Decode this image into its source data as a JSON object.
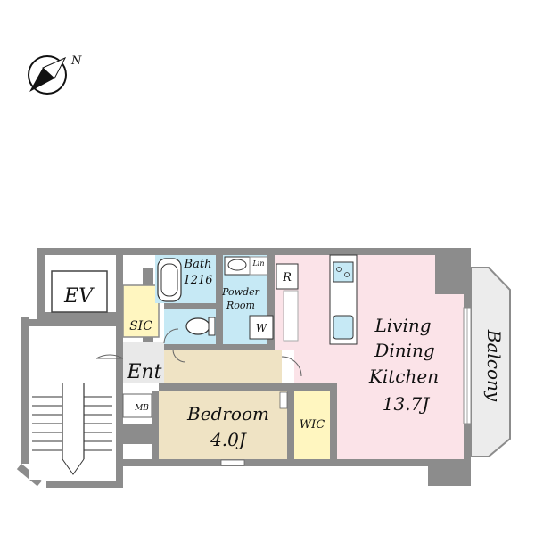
{
  "compass": {
    "north_label": "N",
    "icon": "compass-icon"
  },
  "rooms": {
    "ev": "EV",
    "sic": "SIC",
    "entrance": "Ent",
    "mb": "MB",
    "bath_name": "Bath",
    "bath_size": "1216",
    "linen": "Lin",
    "powder_line1": "Powder",
    "powder_line2": "Room",
    "washer": "W",
    "refrigerator": "R",
    "ldk_line1": "Living",
    "ldk_line2": "Dining",
    "ldk_line3": "Kitchen",
    "ldk_size": "13.7J",
    "bedroom_name": "Bedroom",
    "bedroom_size": "4.0J",
    "wic": "WIC",
    "balcony": "Balcony"
  },
  "colors": {
    "wall": "#8c8c8c",
    "ldk_floor": "#fbe3e8",
    "bedroom_floor": "#efe3c4",
    "storage_floor": "#fff6c0",
    "wet_floor": "#c6e9f5",
    "entrance_floor": "#e9e9e9",
    "balcony_floor": "#ececec"
  }
}
